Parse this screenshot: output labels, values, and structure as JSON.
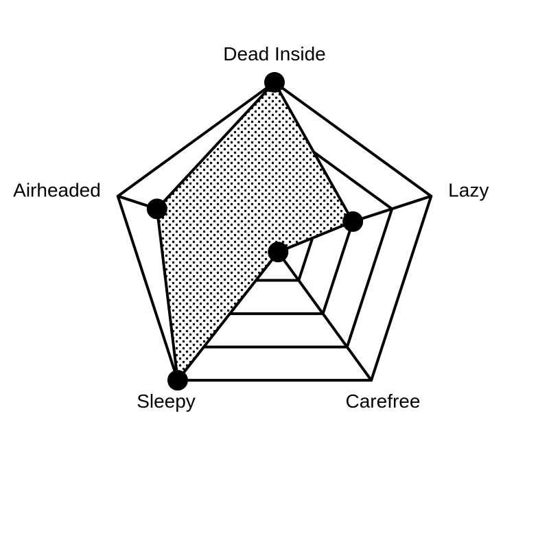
{
  "chart_data": {
    "type": "radar",
    "axes": [
      "Dead Inside",
      "Lazy",
      "Carefree",
      "Sleepy",
      "Airheaded"
    ],
    "values": [
      4,
      2,
      0.15,
      4,
      3
    ],
    "rmax": 4,
    "levels": [
      1,
      2,
      3,
      4
    ],
    "fill_pattern": "dots",
    "colors": {
      "line": "#000000",
      "fill_dot": "#000000",
      "background": "#ffffff"
    }
  }
}
